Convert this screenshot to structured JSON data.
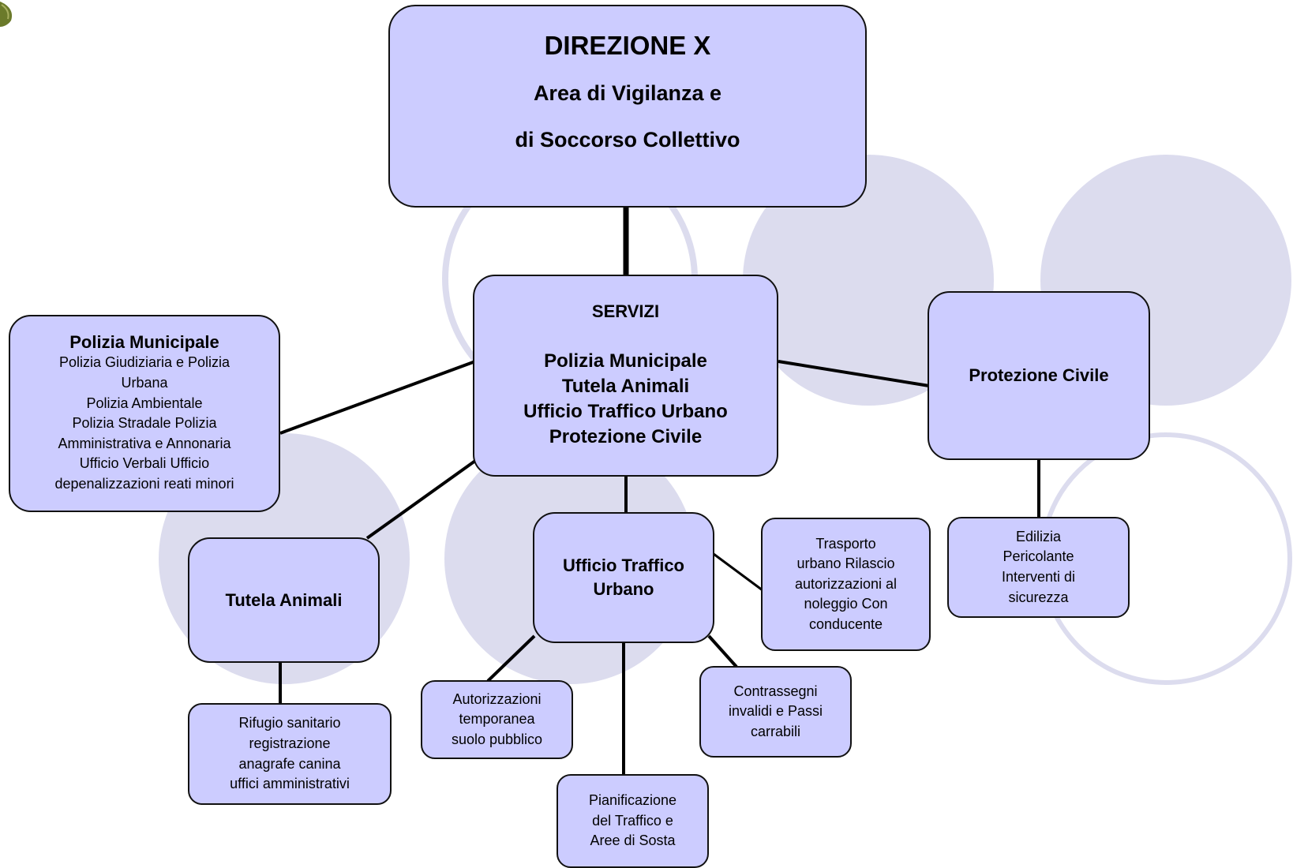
{
  "colors": {
    "box_fill": "#ccccff",
    "box_border": "#111111",
    "circle_fill": "#dcdcee",
    "circle_stroke": "#dcdcee",
    "connector": "#000000"
  },
  "direzione": {
    "title": "DIREZIONE X",
    "line1": "Area di Vigilanza e",
    "line2": "di Soccorso Collettivo"
  },
  "servizi": {
    "title": "SERVIZI",
    "items": [
      "Polizia Municipale",
      "Tutela Animali",
      "Ufficio Traffico Urbano",
      "Protezione Civile"
    ]
  },
  "polizia": {
    "title": "Polizia Municipale",
    "lines": [
      "Polizia Giudiziaria e Polizia",
      "Urbana",
      "Polizia Ambientale",
      "Polizia Stradale Polizia",
      "Amministrativa e Annonaria",
      "Ufficio Verbali Ufficio",
      "depenalizzazioni reati minori"
    ]
  },
  "protezione": {
    "title": "Protezione Civile"
  },
  "tutela": {
    "title": "Tutela Animali"
  },
  "traffico": {
    "line1": "Ufficio Traffico",
    "line2": "Urbano"
  },
  "rifugio": {
    "lines": [
      "Rifugio sanitario",
      "registrazione",
      "anagrafe canina",
      "uffici amministrativi"
    ]
  },
  "autorizzazioni": {
    "lines": [
      "Autorizzazioni",
      "temporanea",
      "suolo pubblico"
    ]
  },
  "pianificazione": {
    "lines": [
      "Pianificazione",
      "del Traffico e",
      "Aree di Sosta"
    ]
  },
  "contrassegni": {
    "lines": [
      "Contrassegni",
      "invalidi e Passi",
      "carrabili"
    ]
  },
  "trasporto": {
    "lines": [
      "Trasporto",
      "urbano Rilascio",
      "autorizzazioni al",
      "noleggio Con",
      "conducente"
    ]
  },
  "edilizia": {
    "lines": [
      "Edilizia",
      "Pericolante",
      "Interventi di",
      "sicurezza"
    ]
  }
}
